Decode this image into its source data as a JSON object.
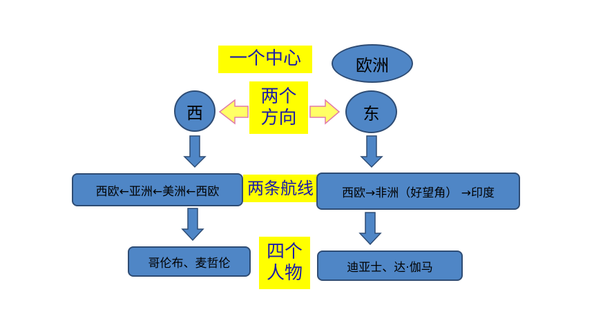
{
  "center": {
    "label": "一个中心",
    "node": "欧洲"
  },
  "directions": {
    "label": "两个方向",
    "west": "西",
    "east": "东"
  },
  "routes": {
    "label": "两条航线",
    "west": "西欧←亚洲←美洲←西欧",
    "east": "西欧→非洲（好望角） →印度"
  },
  "people": {
    "label": "四个人物",
    "west": "哥伦布、麦哲伦",
    "east": "迪亚士、达·伽马"
  },
  "colors": {
    "node_fill": "#4f86c6",
    "node_border": "#2e4c74",
    "label_bg": "#ffff00",
    "label_text": "#1a1aa8",
    "side_arrow_fill": "#ffff66",
    "side_arrow_stroke": "#e07aa8"
  }
}
